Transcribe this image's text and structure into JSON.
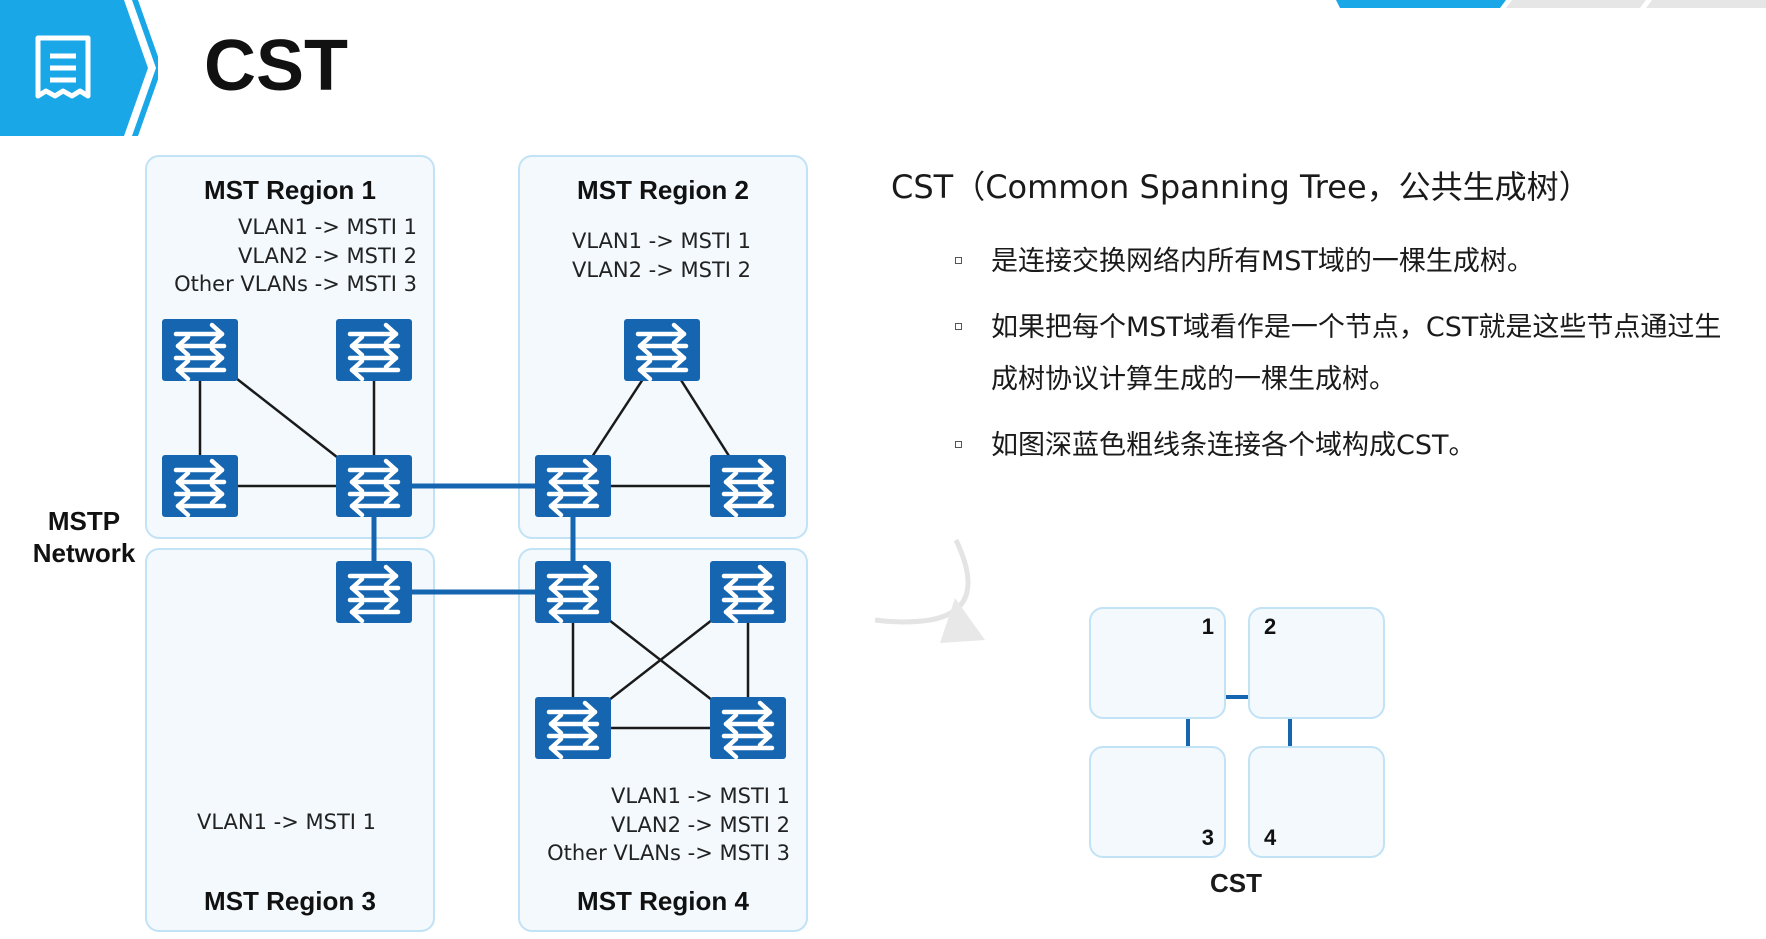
{
  "page": {
    "title": "CST",
    "accent_color": "#1aa7e8",
    "switch_color": "#1565b0",
    "link_dark_color": "#1565b0",
    "link_light_color": "#1a1a1a"
  },
  "header": {
    "icon": "document-icon",
    "tabs_icon": "progress-tabs"
  },
  "diagram": {
    "network_label": [
      "MSTP",
      "Network"
    ],
    "regions": [
      {
        "title": "MST Region 1",
        "mappings": [
          "VLAN1  -> MSTI 1",
          "VLAN2  -> MSTI 2",
          "Other VLANs  -> MSTI 3"
        ]
      },
      {
        "title": "MST Region 2",
        "mappings": [
          "VLAN1  -> MSTI 1",
          "VLAN2  -> MSTI 2"
        ]
      },
      {
        "title": "MST Region 3",
        "mappings": [
          "VLAN1  -> MSTI 1"
        ]
      },
      {
        "title": "MST Region 4",
        "mappings": [
          "VLAN1  -> MSTI 1",
          "VLAN2  -> MSTI 2",
          "Other VLANs  -> MSTI 3"
        ]
      }
    ],
    "switch_icon": "switch-icon"
  },
  "explanation": {
    "heading": "CST（Common Spanning Tree，公共生成树）",
    "bullets": [
      "是连接交换网络内所有MST域的一棵生成树。",
      "如果把每个MST域看作是一个节点，CST就是这些节点通过生成树协议计算生成的一棵生成树。",
      "如图深蓝色粗线条连接各个域构成CST。"
    ]
  },
  "mini_cst": {
    "label": "CST",
    "nodes": [
      "1",
      "2",
      "3",
      "4"
    ],
    "arrow_icon": "curved-arrow-icon"
  }
}
